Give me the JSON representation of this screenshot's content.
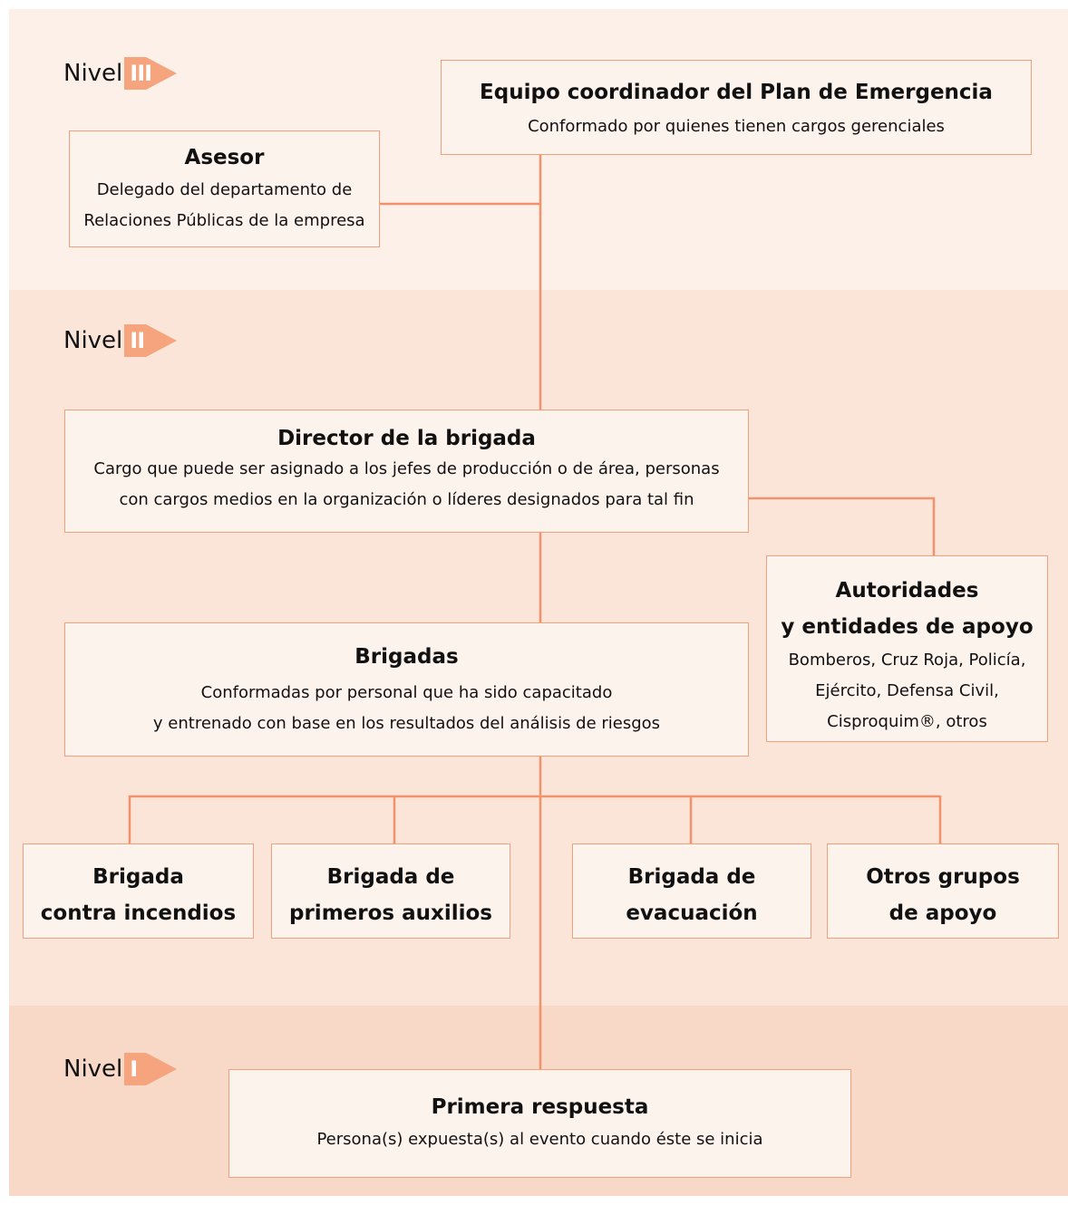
{
  "levels": {
    "nivel_iii": {
      "label": "Nivel",
      "roman": "III"
    },
    "nivel_ii": {
      "label": "Nivel",
      "roman": "II"
    },
    "nivel_i": {
      "label": "Nivel",
      "roman": "I"
    }
  },
  "boxes": {
    "equipo": {
      "title": "Equipo coordinador del Plan de Emergencia",
      "desc": "Conformado por quienes tienen cargos gerenciales"
    },
    "asesor": {
      "title": "Asesor",
      "desc_1": "Delegado del departamento de",
      "desc_2": "Relaciones Públicas de la empresa"
    },
    "director": {
      "title": "Director de la brigada",
      "desc_1": "Cargo que puede ser asignado a los jefes de producción o de área, personas",
      "desc_2": "con cargos medios en la organización o líderes designados para tal fin"
    },
    "autoridades": {
      "title_1": "Autoridades",
      "title_2": "y entidades de apoyo",
      "desc_1": "Bomberos, Cruz Roja, Policía,",
      "desc_2": "Ejército, Defensa Civil,",
      "desc_3": "Cisproquim®, otros"
    },
    "brigadas": {
      "title": "Brigadas",
      "desc_1": "Conformadas por personal que ha sido capacitado",
      "desc_2": "y entrenado con base en los resultados del análisis de riesgos"
    },
    "incendios": {
      "title_1": "Brigada",
      "title_2": "contra incendios"
    },
    "auxilios": {
      "title_1": "Brigada de",
      "title_2": "primeros auxilios"
    },
    "evacuacion": {
      "title_1": "Brigada de",
      "title_2": "evacuación"
    },
    "otros": {
      "title_1": "Otros grupos",
      "title_2": "de apoyo"
    },
    "primera": {
      "title": "Primera respuesta",
      "desc": "Persona(s) expuesta(s) al evento cuando éste se inicia"
    }
  },
  "colors": {
    "accent": "#f2926b",
    "box_fill": "#fdf3ed",
    "band_3": "#fdf0e9",
    "band_2": "#fbe5d9",
    "band_1": "#f8d9c7"
  }
}
